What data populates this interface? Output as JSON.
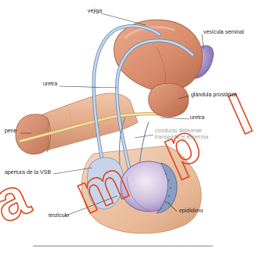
{
  "labels": {
    "vejiga": "vejiga",
    "vesicula_seminal": "vesícula seminal",
    "uretra_upper": "uretra",
    "glandula_prostatica": "glándula prostática",
    "pene": "pene",
    "uretra_right": "uretra",
    "conducto_line1": "conducto deferente",
    "conducto_line2": "transporta el esperma",
    "apertura_vsb": "apertura de la VSB",
    "testiculo": "testículo",
    "epididimo": "epidídimo"
  },
  "watermark": {
    "letters": [
      "a",
      "m",
      "p",
      "l"
    ]
  },
  "colors": {
    "organ_flesh": "#d98e6b",
    "organ_shade": "#b4664a",
    "skin": "#efc6a4",
    "vessel_blue": "#a9c4e0",
    "vessel_outline": "#6f8fb5",
    "seminal_purple": "#9e8ac2",
    "urethra_tube": "#f3dba2",
    "watermark_outline": "#e0451f"
  }
}
